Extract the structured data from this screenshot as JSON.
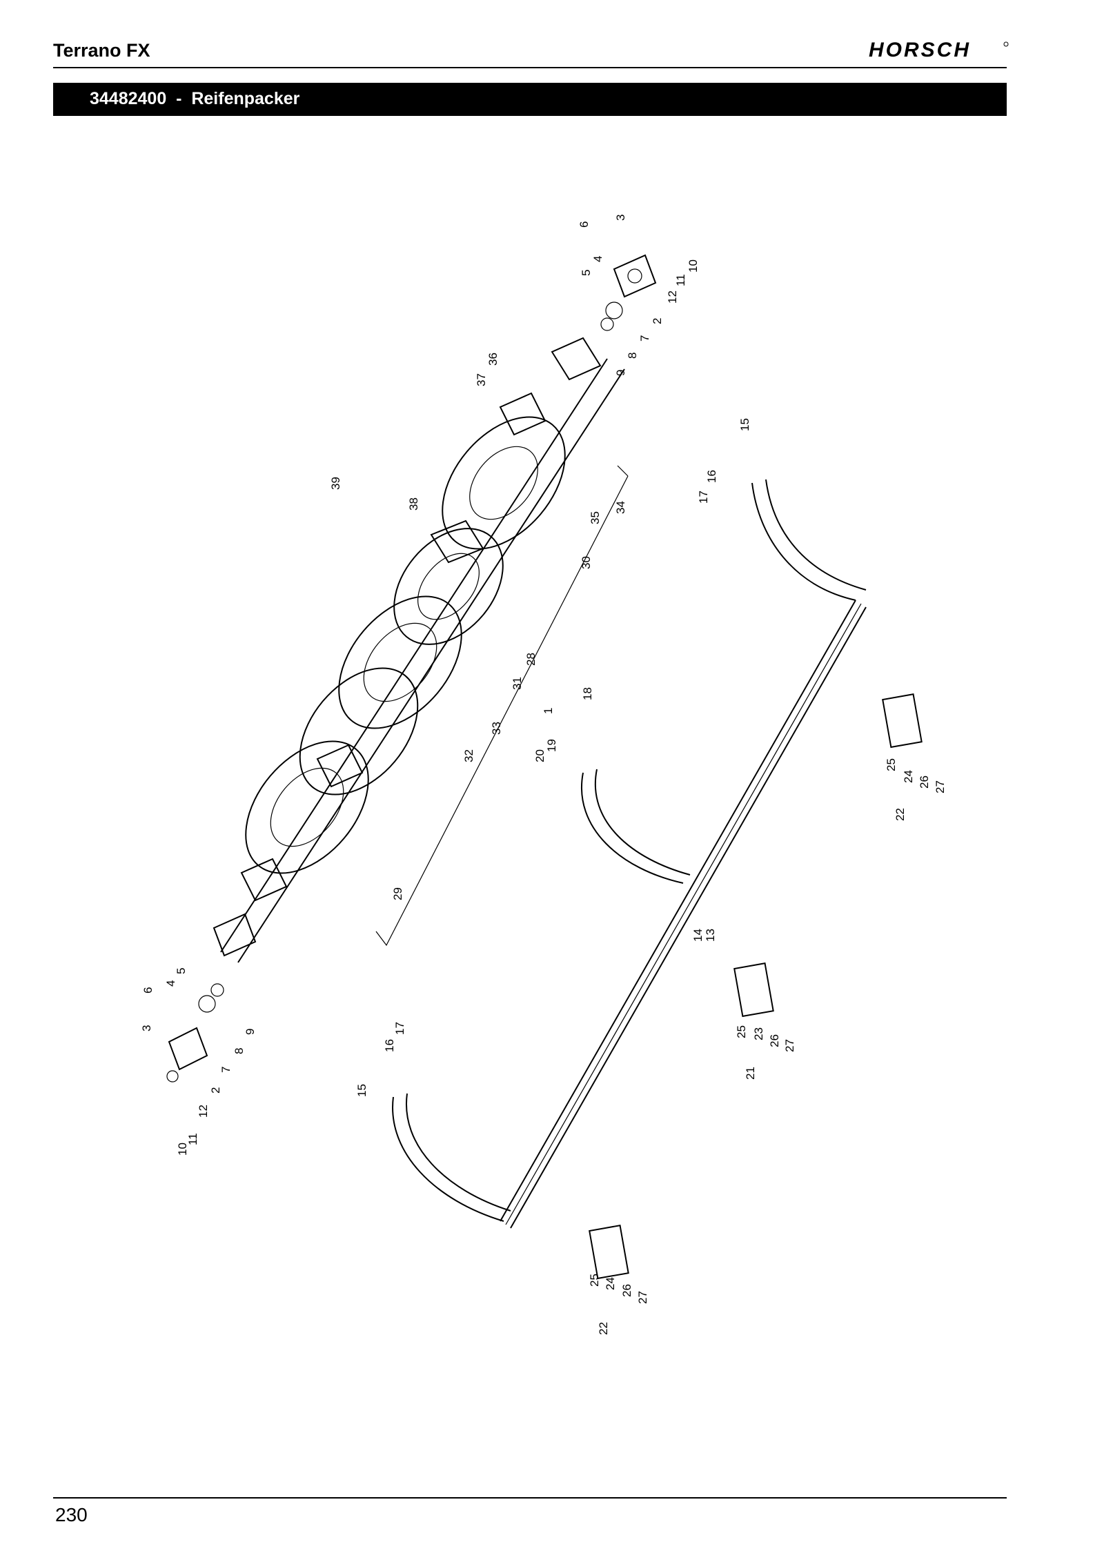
{
  "header": {
    "doc_title": "Terrano FX",
    "brand": "HORSCH",
    "section_title": "34482400  -  Reifenpacker"
  },
  "footer": {
    "page_number": "230"
  },
  "callouts": {
    "upper_bearing": [
      "6",
      "3",
      "5",
      "4",
      "10",
      "11",
      "12",
      "2",
      "7",
      "8",
      "9"
    ],
    "axle": [
      "36",
      "37",
      "39",
      "38",
      "35",
      "34",
      "30",
      "28",
      "31",
      "1",
      "33",
      "32",
      "29"
    ],
    "frame": [
      "15",
      "16",
      "17",
      "18",
      "19",
      "20",
      "14",
      "13"
    ],
    "scraper_right": [
      "25",
      "24",
      "26",
      "27",
      "22"
    ],
    "scraper_middle": [
      "25",
      "23",
      "26",
      "27",
      "21"
    ],
    "scraper_bottom": [
      "25",
      "24",
      "26",
      "27",
      "22"
    ],
    "lower_bearing": [
      "6",
      "3",
      "4",
      "5",
      "10",
      "11",
      "12",
      "2",
      "7",
      "8",
      "9",
      "15",
      "16",
      "17"
    ]
  },
  "colors": {
    "ink": "#000000",
    "paper": "#ffffff"
  }
}
